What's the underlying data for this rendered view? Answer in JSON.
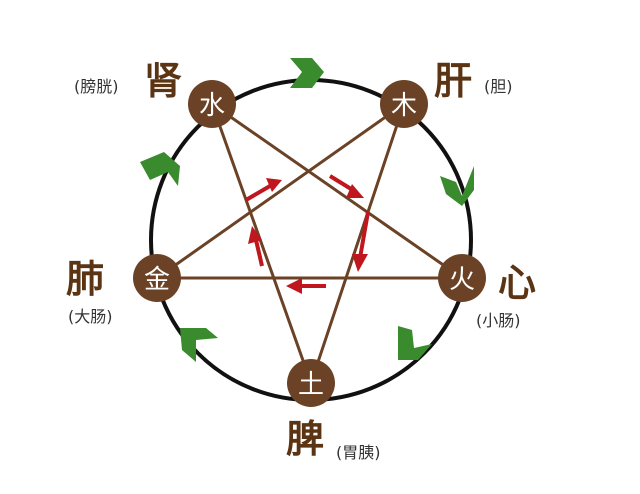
{
  "colors": {
    "ring": "#111111",
    "node_fill": "#6b4226",
    "node_text": "#ffffff",
    "star_line": "#6b4226",
    "generating_arrow": "#3a8a2e",
    "controlling_arrow": "#c0161e",
    "organ_text": "#5a3413"
  },
  "elements": [
    {
      "id": "water",
      "char": "水",
      "organ": "肾",
      "paired": "(膀胱)"
    },
    {
      "id": "wood",
      "char": "木",
      "organ": "肝",
      "paired": "(胆)"
    },
    {
      "id": "fire",
      "char": "火",
      "organ": "心",
      "paired": "(小肠)"
    },
    {
      "id": "earth",
      "char": "土",
      "organ": "脾",
      "paired": "(胃胰)"
    },
    {
      "id": "metal",
      "char": "金",
      "organ": "肺",
      "paired": "(大肠)"
    }
  ],
  "generating_cycle_icon": "green-chevron-arrow",
  "controlling_cycle_icon": "red-arrow"
}
